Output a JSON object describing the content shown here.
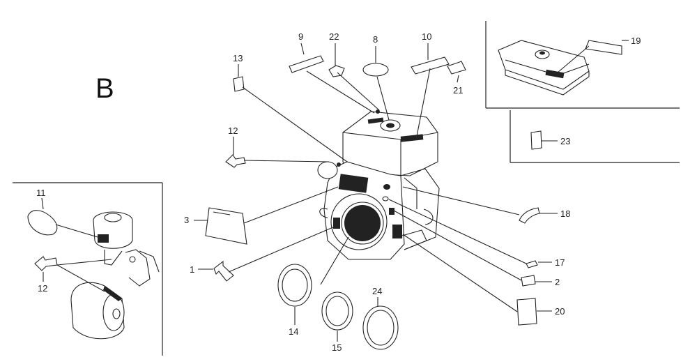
{
  "section_letter": "B",
  "callouts": {
    "c1": "1",
    "c2": "2",
    "c3": "3",
    "c8": "8",
    "c9": "9",
    "c10": "10",
    "c11": "11",
    "c12a": "12",
    "c12b": "12",
    "c13": "13",
    "c14": "14",
    "c15": "15",
    "c17": "17",
    "c18": "18",
    "c19": "19",
    "c20": "20",
    "c21": "21",
    "c22": "22",
    "c23": "23",
    "c24": "24"
  },
  "icons": [
    "engine-illustration",
    "fuel-tank-illustration",
    "air-cleaner-illustration",
    "decal-label-shapes"
  ]
}
